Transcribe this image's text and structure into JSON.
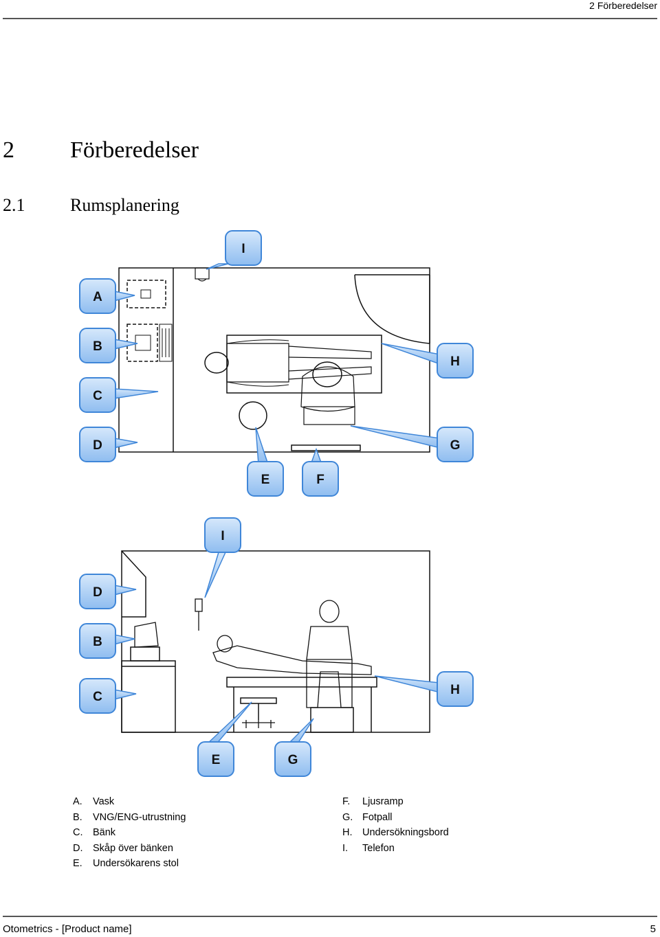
{
  "header": {
    "section": "2 Förberedelser"
  },
  "heading1": {
    "number": "2",
    "title": "Förberedelser"
  },
  "heading2": {
    "number": "2.1",
    "title": "Rumsplanering"
  },
  "figure_top": {
    "callouts": [
      "I",
      "A",
      "B",
      "C",
      "D",
      "H",
      "G",
      "E",
      "F"
    ]
  },
  "figure_bottom": {
    "callouts": [
      "I",
      "D",
      "B",
      "C",
      "H",
      "E",
      "G"
    ]
  },
  "legend": {
    "left": [
      {
        "key": "A.",
        "label": "Vask"
      },
      {
        "key": "B.",
        "label": "VNG/ENG-utrustning"
      },
      {
        "key": "C.",
        "label": "Bänk"
      },
      {
        "key": "D.",
        "label": "Skåp över bänken"
      },
      {
        "key": "E.",
        "label": "Undersökarens stol"
      }
    ],
    "right": [
      {
        "key": "F.",
        "label": "Ljusramp"
      },
      {
        "key": "G.",
        "label": "Fotpall"
      },
      {
        "key": "H.",
        "label": "Undersökningsbord"
      },
      {
        "key": "I.",
        "label": "Telefon"
      }
    ]
  },
  "footer": {
    "left": "Otometrics - [Product name]",
    "page": "5"
  },
  "colors": {
    "callout_fill": "#a9cdf2",
    "callout_stroke": "#3f86d8",
    "drawing": "#111111"
  }
}
